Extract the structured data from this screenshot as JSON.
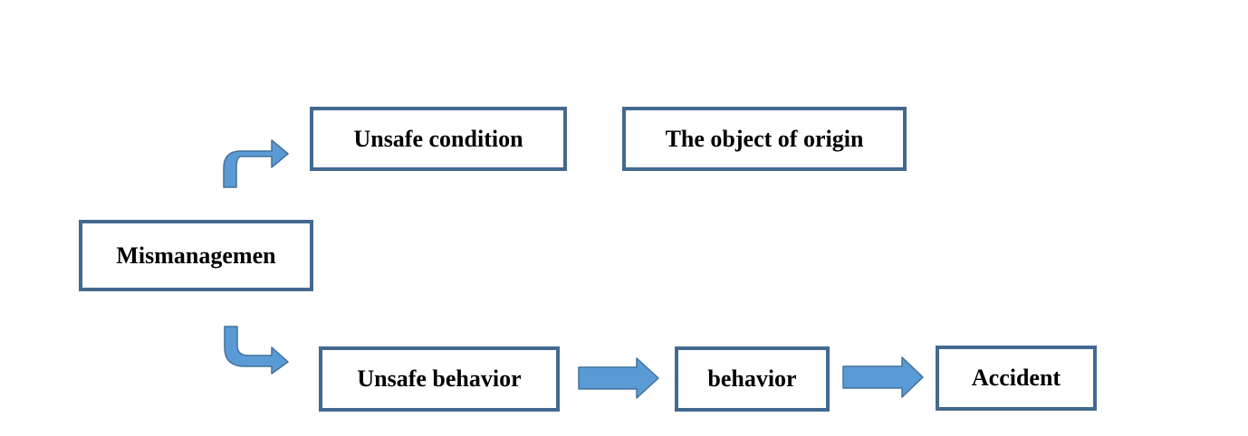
{
  "diagram": {
    "nodes": {
      "mismanagement": "Mismanagemen",
      "unsafe_condition": "Unsafe condition",
      "object_of_origin": "The object of origin",
      "unsafe_behavior": "Unsafe behavior",
      "behavior": "behavior",
      "accident": "Accident"
    },
    "edges": [
      {
        "from": "mismanagement",
        "to": "unsafe_condition"
      },
      {
        "from": "mismanagement",
        "to": "unsafe_behavior"
      },
      {
        "from": "unsafe_behavior",
        "to": "behavior"
      },
      {
        "from": "behavior",
        "to": "accident"
      }
    ],
    "colors": {
      "box_border": "#44698f",
      "arrow_fill": "#5b9bd5",
      "arrow_stroke": "#41719c"
    }
  }
}
